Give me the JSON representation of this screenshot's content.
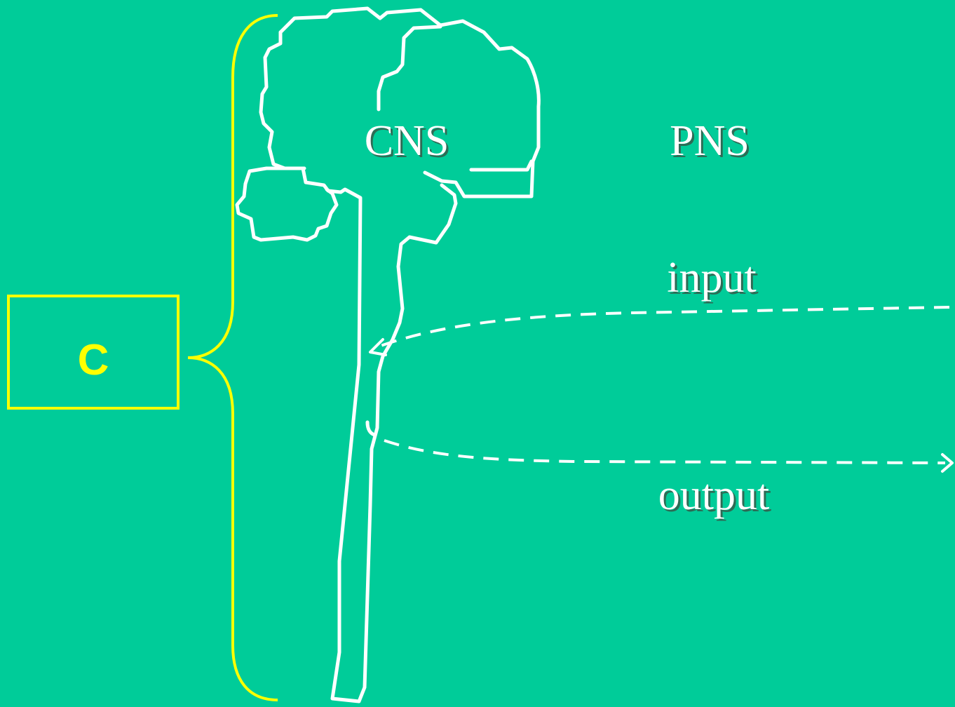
{
  "diagram": {
    "labels": {
      "cns": "CNS",
      "pns": "PNS",
      "input": "input",
      "output": "output"
    },
    "box": {
      "letter": "C"
    },
    "colors": {
      "background": "#00cc99",
      "outline": "#ffffff",
      "accent": "#ffff00"
    }
  }
}
